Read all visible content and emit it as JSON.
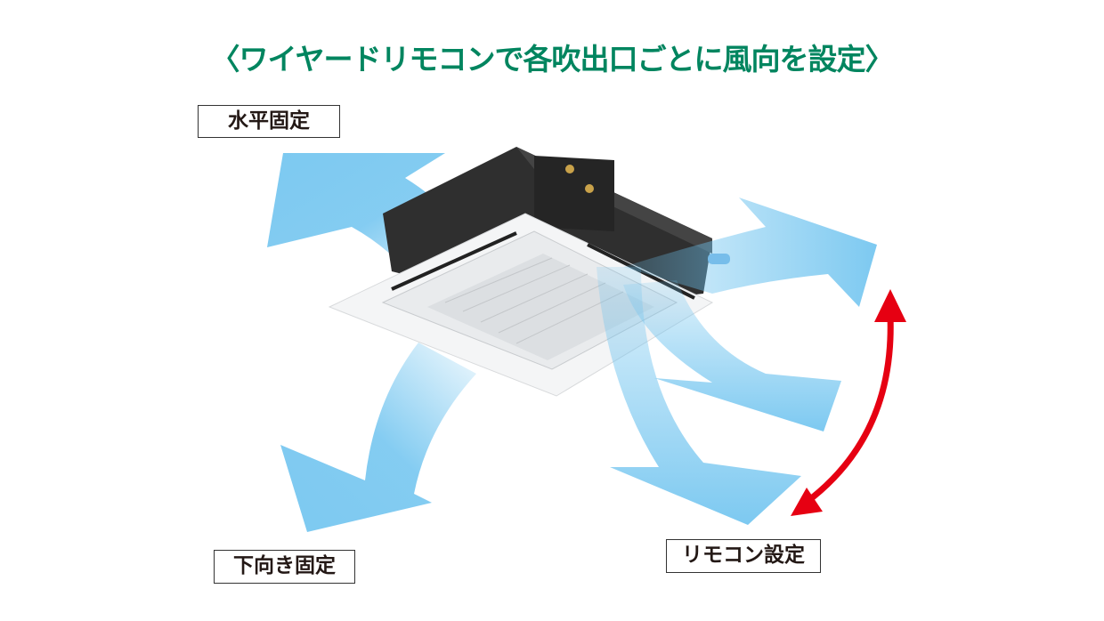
{
  "title": "〈ワイヤードリモコンで各吹出口ごとに風向を設定〉",
  "labels": {
    "horizontal_fixed": "水平固定",
    "downward_fixed": "下向き固定",
    "remote_setting": "リモコン設定"
  },
  "colors": {
    "title": "#00855f",
    "airflow": "#6ec3ef",
    "swing_arrow": "#e60012",
    "unit_body": "#2f2f2f",
    "panel": "#f4f5f6"
  }
}
